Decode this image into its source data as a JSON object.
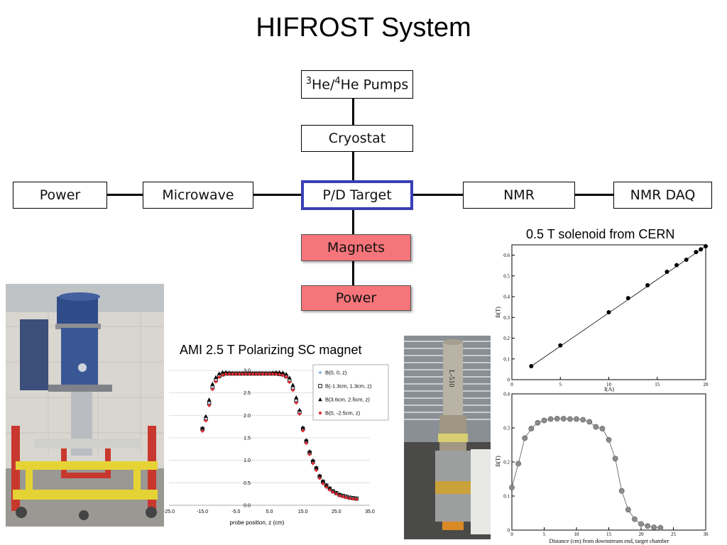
{
  "title": "HIFROST System",
  "diagram": {
    "pumps": {
      "sup1": "3",
      "he1": "He/",
      "sup2": "4",
      "he2": "He Pumps"
    },
    "cryostat": "Cryostat",
    "target": "P/D Target",
    "magnets": "Magnets",
    "power_bottom": "Power",
    "power_left": "Power",
    "microwave": "Microwave",
    "nmr": "NMR",
    "nmr_daq": "NMR DAQ",
    "colors": {
      "target_border": "#3a3fb5",
      "magnet_fill": "#f6757a"
    }
  },
  "captions": {
    "cern": "0.5 T solenoid from CERN",
    "ami": "AMI 2.5 T Polarizing SC magnet"
  },
  "photos": {
    "left_label": "",
    "right_label": "L-510"
  },
  "chart_data": [
    {
      "type": "scatter",
      "title": "",
      "xlabel": "I(A)",
      "ylabel": "B(T)",
      "xlim": [
        0,
        20
      ],
      "ylim": [
        0,
        0.65
      ],
      "xticks": [
        "0",
        "5",
        "10",
        "15",
        "20"
      ],
      "yticks": [
        "0",
        "0.1",
        "0.2",
        "0.3",
        "0.4",
        "0.5",
        "0.6"
      ],
      "fit_line": true,
      "series": [
        {
          "x": [
            2,
            5,
            10,
            12,
            14,
            16,
            17,
            18,
            19,
            19.5,
            20
          ],
          "y": [
            0.065,
            0.165,
            0.325,
            0.393,
            0.455,
            0.52,
            0.552,
            0.578,
            0.615,
            0.628,
            0.643
          ]
        }
      ]
    },
    {
      "type": "line",
      "title": "",
      "xlabel": "Distance (cm) from downstream end, target chamber",
      "ylabel": "B(T)",
      "xlim": [
        0,
        30
      ],
      "ylim": [
        0,
        0.4
      ],
      "xticks": [
        "0",
        "5",
        "10",
        "15",
        "20",
        "25",
        "30"
      ],
      "yticks": [
        "0",
        "0.1",
        "0.2",
        "0.3",
        "0.4"
      ],
      "series": [
        {
          "x": [
            0,
            1,
            2,
            3,
            4,
            5,
            6,
            7,
            8,
            9,
            10,
            11,
            12,
            13,
            14,
            15,
            16,
            17,
            18,
            19,
            20,
            21,
            22,
            23
          ],
          "y": [
            0.125,
            0.195,
            0.27,
            0.298,
            0.315,
            0.322,
            0.326,
            0.327,
            0.327,
            0.326,
            0.326,
            0.324,
            0.318,
            0.303,
            0.298,
            0.265,
            0.21,
            0.115,
            0.06,
            0.032,
            0.018,
            0.012,
            0.008,
            0.007
          ]
        }
      ]
    },
    {
      "type": "scatter",
      "title": "",
      "xlabel": "probe position, z (cm)",
      "ylabel": "",
      "xlim": [
        -25,
        35
      ],
      "ylim": [
        0,
        3
      ],
      "xticks": [
        "-25.0",
        "-15.0",
        "-5.0",
        "5.0",
        "15.0",
        "25.0",
        "35.0"
      ],
      "yticks": [
        "0.0",
        "0.5",
        "1.0",
        "1.5",
        "2.0",
        "2.5",
        "3.0"
      ],
      "legend_position": "top-right",
      "series": [
        {
          "name": "B(0, 0, z)",
          "marker": "plus",
          "color": "#5b8fd6",
          "x": [
            -15,
            -14,
            -13,
            -12,
            -11,
            -10,
            -9,
            -8,
            -7,
            -6,
            -5,
            -4,
            -3,
            -2,
            -1,
            0,
            1,
            2,
            3,
            4,
            5,
            6,
            7,
            8,
            9,
            10,
            11,
            12,
            13,
            14,
            15,
            16,
            17,
            18,
            19,
            20,
            21,
            22,
            23,
            24,
            25,
            26,
            27,
            28,
            29,
            30,
            31
          ],
          "y": [
            1.68,
            1.9,
            2.25,
            2.6,
            2.76,
            2.86,
            2.9,
            2.92,
            2.93,
            2.93,
            2.93,
            2.93,
            2.93,
            2.93,
            2.93,
            2.93,
            2.93,
            2.93,
            2.93,
            2.93,
            2.93,
            2.93,
            2.93,
            2.92,
            2.9,
            2.86,
            2.75,
            2.58,
            2.3,
            2.05,
            1.68,
            1.4,
            1.15,
            0.95,
            0.8,
            0.62,
            0.5,
            0.42,
            0.36,
            0.3,
            0.26,
            0.22,
            0.2,
            0.18,
            0.16,
            0.15,
            0.14
          ]
        },
        {
          "name": "B(-1.3cm, 1.3cm, z)",
          "marker": "square",
          "color": "#000000",
          "x": [
            -15,
            -14,
            -13,
            -12,
            -11,
            -10,
            -9,
            -8,
            -7,
            -6,
            -5,
            -4,
            -3,
            -2,
            -1,
            0,
            1,
            2,
            3,
            4,
            5,
            6,
            7,
            8,
            9,
            10,
            11,
            12,
            13,
            14,
            15,
            16,
            17,
            18,
            19,
            20,
            21,
            22,
            23,
            24,
            25,
            26,
            27,
            28,
            29,
            30,
            31
          ],
          "y": [
            1.7,
            1.92,
            2.27,
            2.62,
            2.78,
            2.87,
            2.91,
            2.93,
            2.93,
            2.93,
            2.93,
            2.93,
            2.93,
            2.93,
            2.93,
            2.93,
            2.93,
            2.93,
            2.93,
            2.93,
            2.93,
            2.93,
            2.93,
            2.92,
            2.91,
            2.87,
            2.77,
            2.6,
            2.32,
            2.07,
            1.7,
            1.42,
            1.17,
            0.97,
            0.82,
            0.64,
            0.52,
            0.44,
            0.37,
            0.31,
            0.27,
            0.23,
            0.21,
            0.19,
            0.17,
            0.16,
            0.15
          ]
        },
        {
          "name": "B(3.6cm, 2.5cm, z)",
          "marker": "triangle",
          "color": "#000000",
          "x": [
            -15,
            -14,
            -13,
            -12,
            -11,
            -10,
            -9,
            -8,
            -7,
            -6,
            -5,
            -4,
            -3,
            -2,
            -1,
            0,
            1,
            2,
            3,
            4,
            5,
            6,
            7,
            8,
            9,
            10,
            11,
            12,
            13,
            14,
            15,
            16,
            17,
            18,
            19,
            20,
            21,
            22,
            23,
            24,
            25,
            26,
            27,
            28,
            29,
            30,
            31
          ],
          "y": [
            1.72,
            1.98,
            2.35,
            2.7,
            2.85,
            2.93,
            2.96,
            2.96,
            2.95,
            2.94,
            2.94,
            2.94,
            2.94,
            2.94,
            2.94,
            2.94,
            2.94,
            2.94,
            2.94,
            2.94,
            2.94,
            2.95,
            2.96,
            2.96,
            2.95,
            2.92,
            2.84,
            2.68,
            2.4,
            2.12,
            1.73,
            1.45,
            1.2,
            1.0,
            0.84,
            0.66,
            0.54,
            0.45,
            0.38,
            0.32,
            0.28,
            0.24,
            0.21,
            0.19,
            0.17,
            0.16,
            0.15
          ]
        },
        {
          "name": "B(0, -2.5cm, z)",
          "marker": "diamond",
          "color": "#e0282e",
          "x": [
            -15,
            -14,
            -13,
            -12,
            -11,
            -10,
            -9,
            -8,
            -7,
            -6,
            -5,
            -4,
            -3,
            -2,
            -1,
            0,
            1,
            2,
            3,
            4,
            5,
            6,
            7,
            8,
            9,
            10,
            11,
            12,
            13,
            14,
            15,
            16,
            17,
            18,
            19,
            20,
            21,
            22,
            23,
            24,
            25,
            26,
            27,
            28,
            29,
            30,
            31
          ],
          "y": [
            1.65,
            1.88,
            2.22,
            2.58,
            2.75,
            2.85,
            2.9,
            2.92,
            2.92,
            2.92,
            2.92,
            2.92,
            2.92,
            2.92,
            2.92,
            2.92,
            2.92,
            2.92,
            2.92,
            2.92,
            2.92,
            2.92,
            2.92,
            2.91,
            2.89,
            2.85,
            2.74,
            2.56,
            2.28,
            2.03,
            1.66,
            1.38,
            1.13,
            0.93,
            0.78,
            0.6,
            0.48,
            0.4,
            0.34,
            0.29,
            0.25,
            0.21,
            0.19,
            0.17,
            0.15,
            0.14,
            0.13
          ]
        }
      ]
    }
  ]
}
